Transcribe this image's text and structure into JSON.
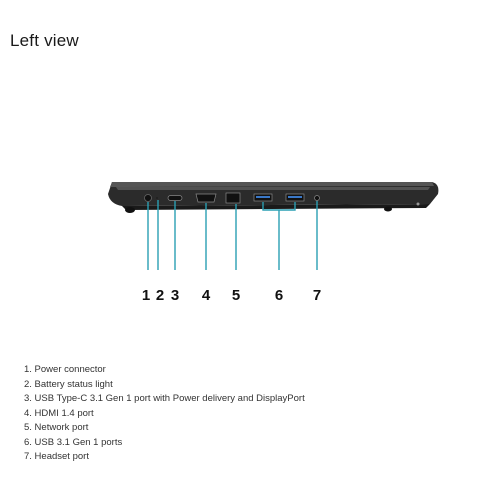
{
  "page": {
    "title": "Left view"
  },
  "figure": {
    "callouts": [
      "1",
      "2",
      "3",
      "4",
      "5",
      "6",
      "7"
    ],
    "accent_color": "#2a9fb3"
  },
  "legend": {
    "items": [
      "1. Power connector",
      "2. Battery status light",
      "3. USB Type-C 3.1 Gen 1 port with Power delivery and DisplayPort",
      "4. HDMI 1.4 port",
      "5. Network port",
      "6. USB 3.1 Gen 1 ports",
      "7. Headset port"
    ]
  }
}
